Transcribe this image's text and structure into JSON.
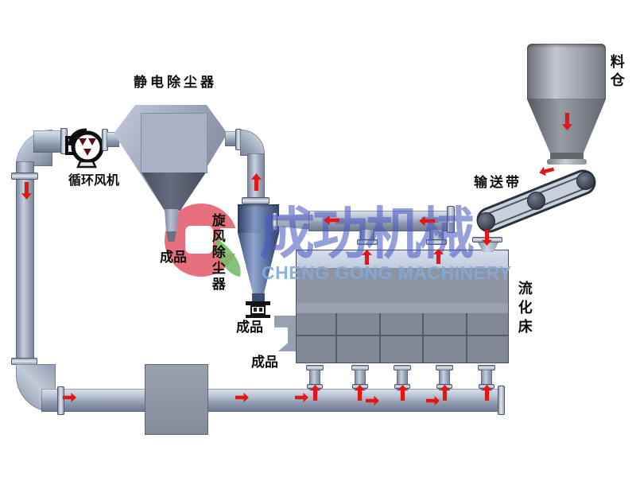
{
  "labels": {
    "esp": "静电除尘器",
    "fan": "循环风机",
    "esp_product": "成品",
    "cyclone": "旋风除尘器",
    "cyclone_product": "成品",
    "bed_product": "成品",
    "bed": "流化床",
    "hopper": "料仓",
    "conveyor": "输送带"
  },
  "watermark": {
    "company_cn": "成功机械",
    "company_en": "CHENG GONG MACHINERY"
  },
  "colors": {
    "flow_arrow": "#e01717",
    "logo_red": "#e04c5e",
    "logo_leaf_green": "#7fbf6f",
    "watermark_cn_blue": "rgba(72,90,192,0.58)",
    "watermark_en_blue": "rgba(130,170,215,0.9)",
    "pipe_gray": "#aab4c6",
    "machine_gray": "#8d95a5",
    "cyclone_blue": "#5b719d",
    "bed_top_band": "#cdd7e7",
    "label_text": "#0d0d0d",
    "background": "#ffffff"
  }
}
